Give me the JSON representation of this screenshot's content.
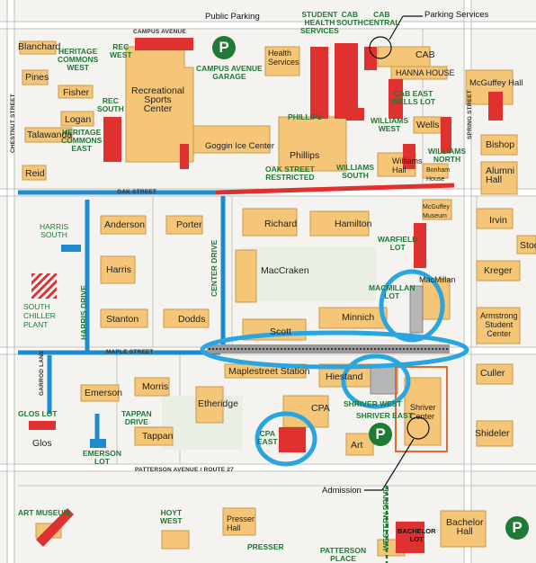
{
  "colors": {
    "building": "#f5c578",
    "building_stroke": "#c89a4a",
    "lot_red": "#e03131",
    "blue_road": "#1e8bcf",
    "highlight": "#2aa5e0",
    "lot_green": "#1f7a35",
    "orange_box": "#e06a2a"
  },
  "streets": {
    "campus_avenue": "CAMPUS AVENUE",
    "oak_street": "OAK STREET",
    "maple_street": "MAPLE STREET",
    "patterson": "PATTERSON AVENUE / ROUTE 27",
    "chestnut": "CHESTNUT STREET",
    "spring": "SPRING STREET",
    "center_drive": "CENTER DRIVE",
    "harris_drive": "HARRIS DRIVE",
    "garrod_lane": "GARROD LANE",
    "western_drive": "WESTERN DRIVE"
  },
  "callouts": {
    "public_parking": "Public Parking",
    "parking_services": "Parking Services",
    "admission": "Admission"
  },
  "lots": {
    "student_health": "STUDENT\nHEALTH\nSERVICES",
    "cab_south": "CAB\nSOUTH",
    "cab_central": "CAB\nCENTRAL",
    "rec_west": "REC\nWEST",
    "campus_avenue_garage": "CAMPUS AVENUE\nGARAGE",
    "heritage_commons_west": "HERITAGE\nCOMMONS\nWEST",
    "rec_south": "REC\nSOUTH",
    "heritage_commons_east": "HERITAGE\nCOMMONS\nEAST",
    "cab_east_wells": "CAB EAST\nWELLS LOT",
    "phillips": "PHILLIPS",
    "williams_west": "WILLIAMS\nWEST",
    "williams_south": "WILLIAMS\nSOUTH",
    "williams_north": "WILLIAMS\nNORTH",
    "oak_street_restricted": "OAK STREET\nRESTRICTED",
    "harris_south": "HARRIS\nSOUTH",
    "warfield_lot": "WARFIELD\nLOT",
    "macmillan_lot": "MACMILLAN\nLOT",
    "shriver_west": "SHRIVER WEST",
    "shriver_east": "SHRIVER EAST",
    "glos_lot": "GLOS LOT",
    "tappan_drive": "TAPPAN\nDRIVE",
    "emerson_lot": "EMERSON\nLOT",
    "cpa_east": "CPA\nEAST",
    "art_museum": "ART MUSEUM",
    "hoyt_west": "HOYT\nWEST",
    "presser": "PRESSER",
    "patterson_place": "PATTERSON\nPLACE",
    "bachelor_lot": "BACHELOR\nLOT"
  },
  "buildings": {
    "blanchard": "Blanchard",
    "pines": "Pines",
    "fisher": "Fisher",
    "logan": "Logan",
    "talawanda": "Talawanda",
    "reid": "Reid",
    "rec_center": "Recreational\nSports\nCenter",
    "health_services": "Health\nServices",
    "cab": "CAB",
    "hanna_house": "HANNA HOUSE",
    "mcguffey_hall": "McGuffey Hall",
    "wells": "Wells",
    "bishop": "Bishop",
    "alumni_hall": "Alumni\nHall",
    "goggin": "Goggin Ice Center",
    "phillips": "Phillips",
    "williams_hall": "Williams\nHall",
    "bonham": "Bonham\nHouse",
    "anderson": "Anderson",
    "porter": "Porter",
    "richard": "Richard",
    "hamilton": "Hamilton",
    "mcguffey_museum": "McGuffey\nMuseum",
    "irvin": "Irvin",
    "stoddard": "Stod",
    "harris": "Harris",
    "maccracken": "MacCraken",
    "macmillan": "MacMillan",
    "kreger": "Kreger",
    "south_chiller": "SOUTH\nCHILLER\nPLANT",
    "stanton": "Stanton",
    "dodds": "Dodds",
    "scott": "Scott",
    "minnich": "Minnich",
    "armstrong": "Armstrong\nStudent\nCenter",
    "emerson": "Emerson",
    "morris": "Morris",
    "maplestreet": "Maplestreet Station",
    "hiestand": "Hiestand",
    "culler": "Culler",
    "etheridge": "Etheridge",
    "cpa": "CPA",
    "shriver": "Shriver\nCenter",
    "tappan": "Tappan",
    "glos": "Glos",
    "art": "Art",
    "shideler": "Shideler",
    "presser_hall": "Presser\nHall",
    "bachelor_hall": "Bachelor\nHall"
  },
  "parking_icon": "P"
}
